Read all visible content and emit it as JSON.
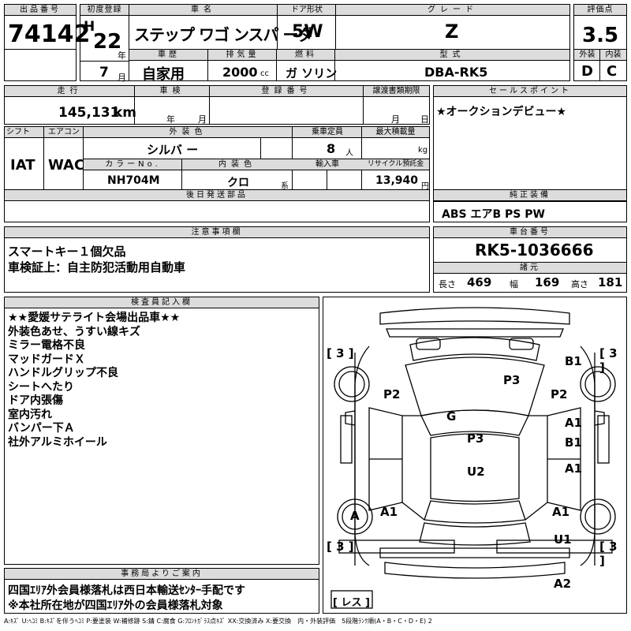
{
  "top": {
    "lot_label": "出品番号",
    "lot_number": "74142",
    "first_reg_label": "初度登録",
    "era": "H",
    "year": "22",
    "year_unit": "年",
    "month": "7",
    "month_unit": "月",
    "car_name_label": "車名",
    "car_name": "ステップ ワゴ ンスパ ーダ",
    "door_label": "ドア形状",
    "door": "5W",
    "grade_label": "グレード",
    "grade": "Z",
    "score_label": "評価点",
    "score": "3.5",
    "history_label": "車歴",
    "history": "自家用",
    "displacement_label": "排気量",
    "displacement": "2000",
    "displacement_unit": "cc",
    "fuel_label": "燃料",
    "fuel": "ガ ソリン",
    "model_label": "型式",
    "model": "DBA-RK5",
    "exterior_label": "外装",
    "exterior_score": "D",
    "interior_label": "内装",
    "interior_score": "C"
  },
  "row2": {
    "mileage_label": "走行",
    "mileage": "145,131",
    "mileage_unit": "km",
    "inspection_label": "車検",
    "insp_year_unit": "年",
    "insp_month_unit": "月",
    "plate_label": "登録番号",
    "transfer_label": "譲渡書類期限",
    "transfer_month_unit": "月",
    "transfer_day_unit": "日",
    "sales_label": "セールスポイント",
    "sales_point": "★オークションデビュー★"
  },
  "row3": {
    "shift_label": "シフト",
    "shift": "IAT",
    "ac_label": "エアコン",
    "ac": "WAC",
    "ext_color_label": "外装色",
    "ext_color": "シルバ ー",
    "capacity_label": "乗車定員",
    "capacity": "8",
    "capacity_unit": "人",
    "load_label": "最大積載量",
    "load_unit": "kg",
    "color_no_label": "カラーNo.",
    "color_no": "NH704M",
    "int_color_label": "内装色",
    "int_color": "クロ",
    "int_color_unit": "系",
    "import_label": "輸入車",
    "recycle_label": "リサイクル預託金",
    "recycle": "13,940",
    "recycle_unit": "円",
    "later_parts_label": "後日発送部品",
    "equipment_label": "純正装備",
    "equipment": "ABS エアB PS PW"
  },
  "caution": {
    "label": "注意事項欄",
    "lines": [
      "スマートキー１個欠品",
      "車検証上：自主防犯活動用自動車"
    ]
  },
  "chassis": {
    "label": "車台番号",
    "number": "RK5-1036666",
    "specs_label": "諸元",
    "length_label": "長さ",
    "length": "469",
    "width_label": "幅",
    "width": "169",
    "height_label": "高さ",
    "height": "181"
  },
  "inspector": {
    "label": "検査員記入欄",
    "lines": [
      "★★愛媛サテライト会場出品車★★",
      "外装色あせ、うすい線キズ",
      "ミラー電格不良",
      "マッドガードＸ",
      "ハンドルグリップ不良",
      "シートへたり",
      "ドア内張傷",
      "室内汚れ",
      "バンパー下Ａ",
      "社外アルミホイール"
    ]
  },
  "office": {
    "label": "事務局よりご案内",
    "lines": [
      "四国ｴﾘｱ外会員様落札は西日本輸送ｾﾝﾀｰ手配です",
      "※本社所在地が四国ｴﾘｱ外の会員様落札対象"
    ]
  },
  "diagram": {
    "tire_fl": "[ 3 ]",
    "tire_fr": "[ 3 ]",
    "tire_rl": "[ 3 ]",
    "tire_rr": "[ 3 ]",
    "spare": "[ レス ]",
    "marks": [
      {
        "id": "B1-top-right",
        "text": "B1"
      },
      {
        "id": "P3-hood",
        "text": "P3"
      },
      {
        "id": "P2-left-fender",
        "text": "P2"
      },
      {
        "id": "P2-right-fender",
        "text": "P2"
      },
      {
        "id": "G-windshield",
        "text": "G"
      },
      {
        "id": "A1-right-front-door",
        "text": "A1"
      },
      {
        "id": "B1-right-front-door",
        "text": "B1"
      },
      {
        "id": "P3-roof",
        "text": "P3"
      },
      {
        "id": "U2-roof",
        "text": "U2"
      },
      {
        "id": "A1-right-rear-door",
        "text": "A1"
      },
      {
        "id": "A-left-rear-wheel",
        "text": "A"
      },
      {
        "id": "A1-left-rear",
        "text": "A1"
      },
      {
        "id": "A1-right-rear",
        "text": "A1"
      },
      {
        "id": "U1-right-rear",
        "text": "U1"
      },
      {
        "id": "A2-rear-bumper",
        "text": "A2"
      }
    ]
  },
  "legend": "A:ｷｽﾞ U:ﾍｺﾐ B:ｷｽﾞを伴うﾍｺﾐ P:要塗装 W:補修跡 S:錆 C:腐食 G:ﾌﾛﾝﾄｶﾞﾗｽ点ｷｽﾞ XX:交換済み X:要交換　内・外装評価　5段階ﾗﾝｸ順(A・B・C・D・E) 2"
}
